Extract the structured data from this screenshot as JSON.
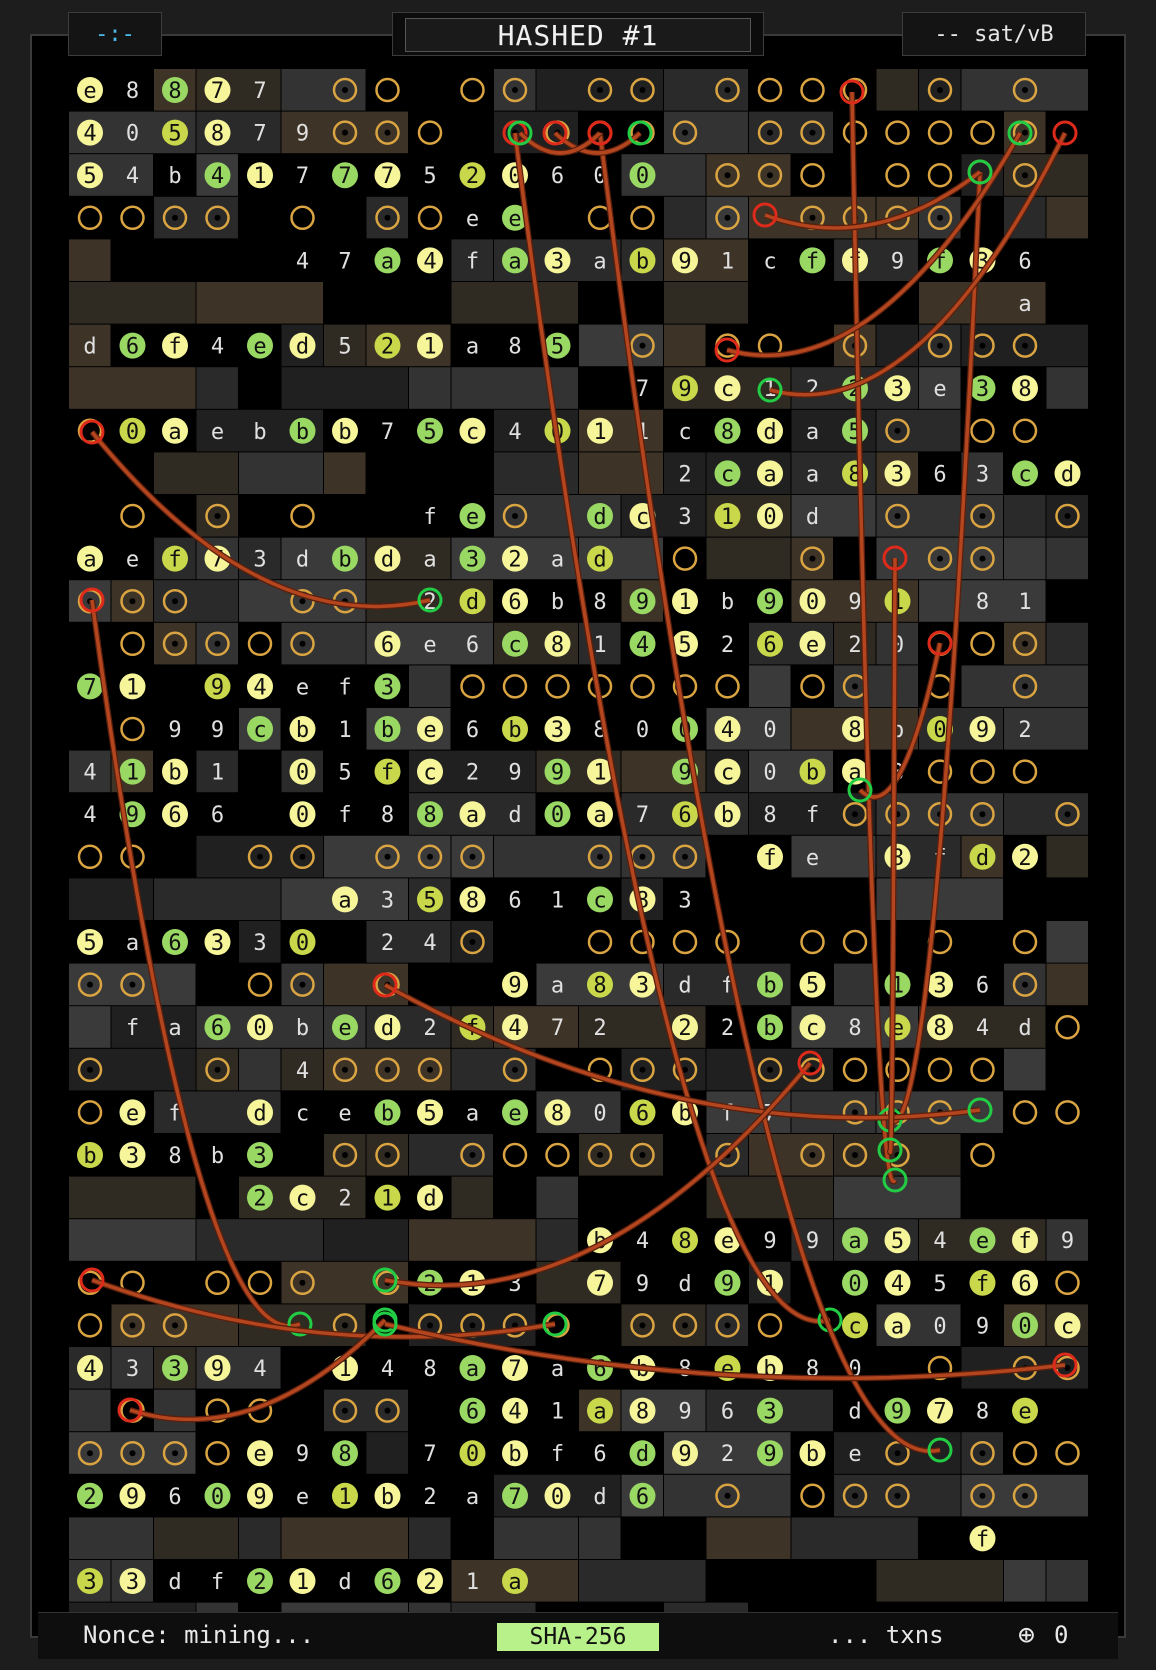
{
  "header": {
    "left_label": "-:-",
    "title": "HASHED #1",
    "fee_label": "-- sat/vB"
  },
  "footer": {
    "nonce_label": "Nonce: mining...",
    "algorithm": "SHA-256",
    "txn_label": "... txns",
    "add_count": "0"
  },
  "colors": {
    "background": "#000000",
    "jack_ring": "#d9a441",
    "cable": "#b3451f",
    "glyph_light": "#f7f59a",
    "glyph_green": "#9ad864",
    "glyph_teal": "#2aa8c0",
    "connected_green": "#22cc44",
    "connected_red": "#dd2a1a"
  },
  "rows": [
    "e8877 oo oo oo oooo o o",
    "405879ooo ooooo ooooooo",
    "54b41777520600 ooo oo o",
    "oooo o oOee oo o oooo",
    "     47a4fa3ab91cff9f36",
    "                      a",
    "d6f4ed521a85 o oo o ooo",
    "             79c1223e38",
    "o0aebbb75c4011c8da5o oo",
    "              2caa8363cd",
    " o o o  feo dc310d o o o",
    "aef73dbda32ad o  o  oo",
    "ooo  oo 2d6b891b9091 81",
    " ooooo 6e6c814526e20ooo",
    "71 94ef3 ooooooo oo o o",
    " o99cb1be6b380040 8b092 32",
    "41b1 05fc2991 9c0ba3ooo oo",
    "4966 0f88ad0a76b8foooo o",
    "oo  oo ooo  ooo fe 8fd2",
    "      a35861c83",
    "5a6330 24o  oooo oo o o",
    "oo  oo o  9a83dfb5 136o",
    " fa60bed2f472 22bc8e84do",
    "o  o 4ooo o ooo oooooo",
    "oef dceb5ae806bf7 ooo oo",
    "b38b3 oo ooooo o ooo o",
    "    2c21d",
    "            b48e99a54ef9",
    "oo ooo o213 79d91 045f6o",
    "ooo   o oooo oooo ca090c",
    "43394 148a7a6b8eb80 o oo",
    " o oo oo 641a8963 d978e",
    "ooooe98 70bf6d929beo oooo",
    "29609e1b2a70d6 o ooo oo",
    "                     f",
    "33df21d621a"
  ],
  "cells_example_note": ""
}
